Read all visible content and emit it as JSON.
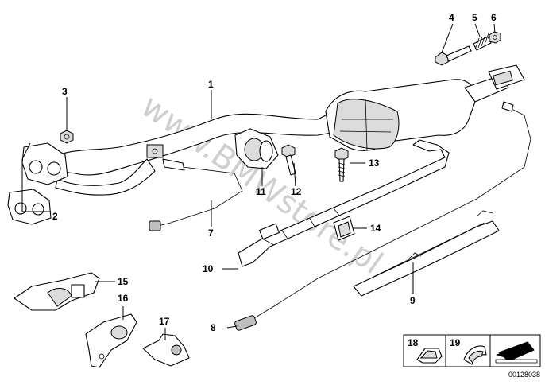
{
  "diagram": {
    "watermark": "www.BMWstore.pl",
    "document_number": "00128038",
    "callouts": [
      "1",
      "2",
      "3",
      "4",
      "5",
      "6",
      "7",
      "8",
      "9",
      "10",
      "11",
      "12",
      "13",
      "14",
      "15",
      "16",
      "17",
      "18",
      "19"
    ]
  }
}
